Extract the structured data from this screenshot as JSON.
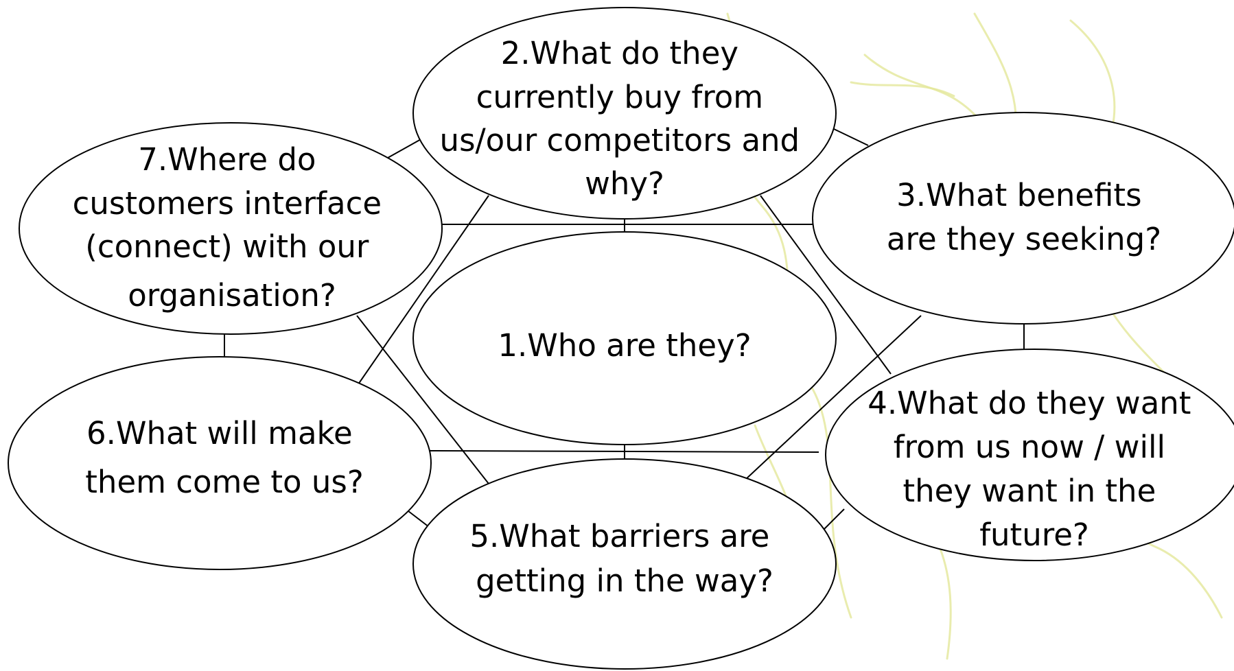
{
  "diagram": {
    "nodes": [
      {
        "id": "n1",
        "lines": [
          "1.Who are they?"
        ]
      },
      {
        "id": "n2",
        "lines": [
          "2.What do they",
          "currently buy from",
          "us/our competitors and",
          "why?"
        ]
      },
      {
        "id": "n3",
        "lines": [
          "3.What benefits",
          "are they seeking?"
        ]
      },
      {
        "id": "n4",
        "lines": [
          "4.What do they want",
          "from us now / will",
          "they want in the",
          "future?"
        ]
      },
      {
        "id": "n5",
        "lines": [
          "5.What barriers are",
          "getting in the way?"
        ]
      },
      {
        "id": "n6",
        "lines": [
          "6.What will make",
          "them come to us?"
        ]
      },
      {
        "id": "n7",
        "lines": [
          "7.Where do",
          "customers interface",
          "(connect) with our",
          "organisation?"
        ]
      }
    ]
  }
}
